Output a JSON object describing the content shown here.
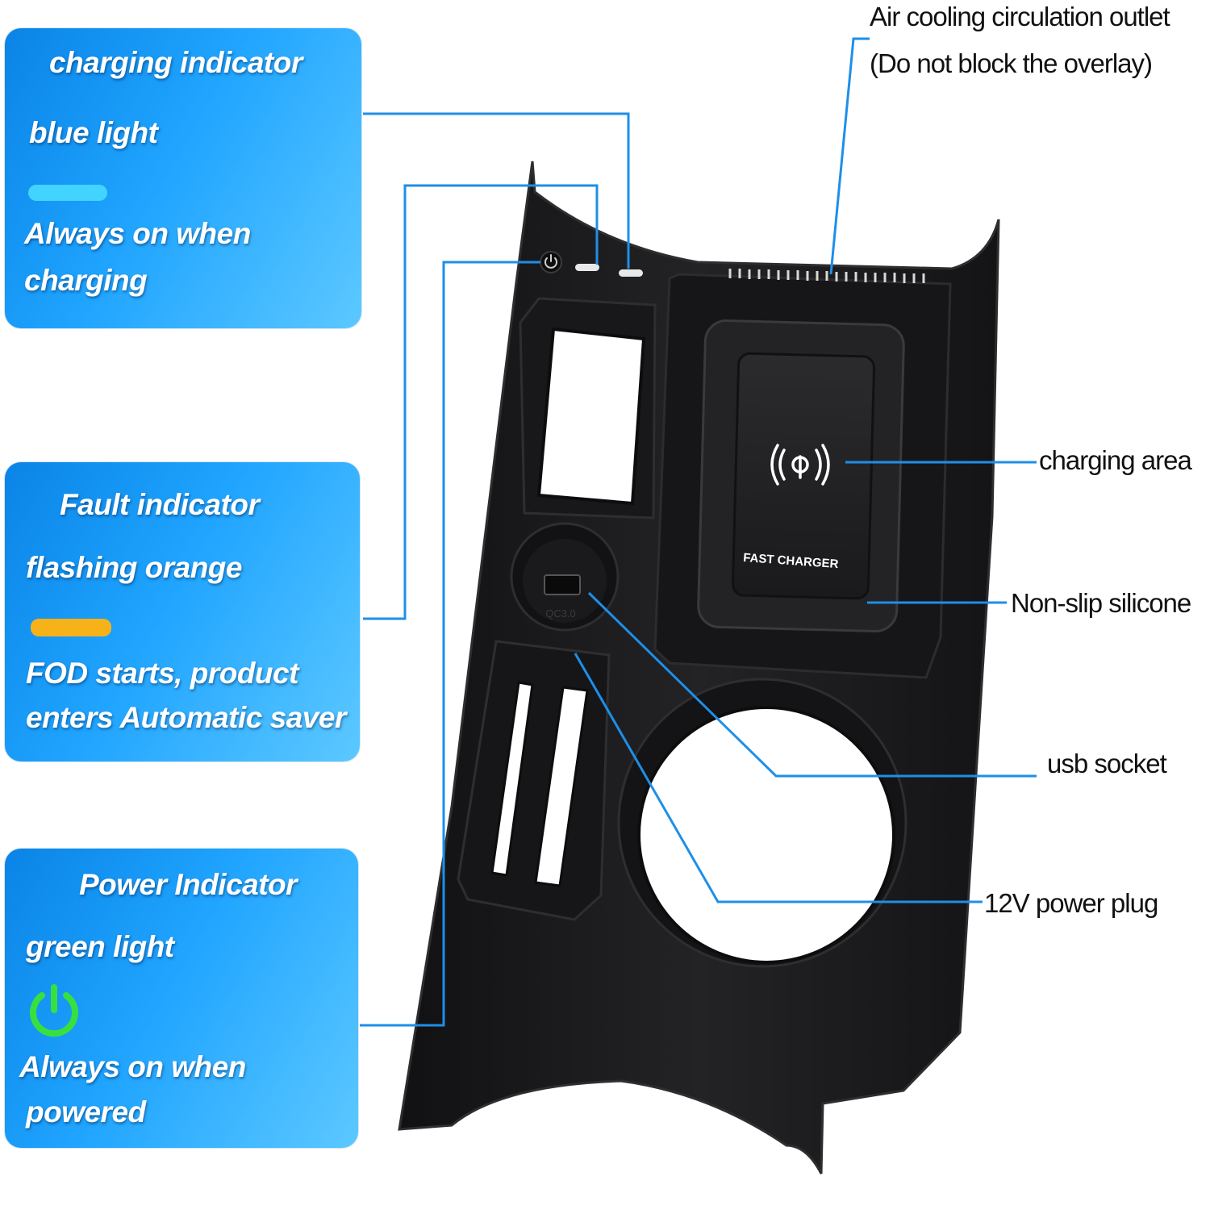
{
  "charging_box": {
    "title": "charging indicator",
    "subtitle": "blue light",
    "desc_line1": "Always on when",
    "desc_line2": "charging",
    "swatch_color": "#42d4ff"
  },
  "fault_box": {
    "title": "Fault indicator",
    "subtitle": "flashing orange",
    "desc_line1": "FOD starts, product",
    "desc_line2": "enters Automatic saver",
    "swatch_color": "#f7b21a"
  },
  "power_box": {
    "title": "Power Indicator",
    "subtitle": "green light",
    "desc_line1": "Always on when",
    "desc_line2": "powered",
    "icon": "power-icon",
    "icon_color": "#39e03d"
  },
  "callouts": {
    "air_outlet_line1": "Air cooling circulation outlet",
    "air_outlet_line2": "(Do not block the overlay)",
    "charging_area": "charging area",
    "non_slip": "Non-slip silicone",
    "usb_socket": "usb socket",
    "power_plug": "12V power plug"
  },
  "device": {
    "pad_label": "FAST CHARGER",
    "wireless_icon": "wireless-charging-icon",
    "usb_label": "QC3.0"
  },
  "colors": {
    "leader_line": "#1e8fe8",
    "device_body": "#1c1c1e",
    "device_edge": "#2a2a2c"
  }
}
